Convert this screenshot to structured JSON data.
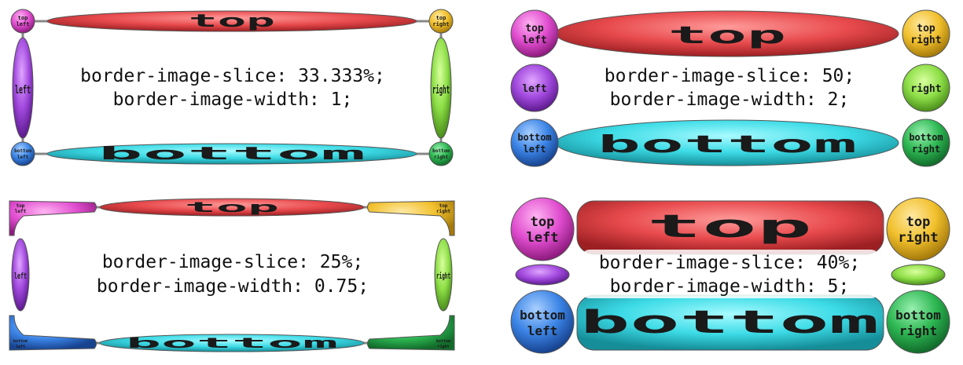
{
  "panels": [
    {
      "slice_text": "border-image-slice: 33.333%;",
      "width_text": "border-image-width: 1;"
    },
    {
      "slice_text": "border-image-slice: 50;",
      "width_text": "border-image-width: 2;"
    },
    {
      "slice_text": "border-image-slice: 25%;",
      "width_text": "border-image-width: 0.75;"
    },
    {
      "slice_text": "border-image-slice: 40%;",
      "width_text": "border-image-width: 5;"
    }
  ],
  "labels": {
    "top": "top",
    "bottom": "bottom",
    "left": "left",
    "right": "right",
    "top_left_1": "top",
    "top_left_2": "left",
    "top_right_1": "top",
    "top_right_2": "right",
    "bottom_left_1": "bottom",
    "bottom_left_2": "left",
    "bottom_right_1": "bottom",
    "bottom_right_2": "right"
  },
  "colors": {
    "top": "#e8484b",
    "bottom": "#3fdde8",
    "left": "#a549e0",
    "right": "#8fe04a",
    "top_left": "#e24fd1",
    "top_right": "#f3c22f",
    "bottom_left": "#3d86e8",
    "bottom_right": "#2fb954"
  }
}
